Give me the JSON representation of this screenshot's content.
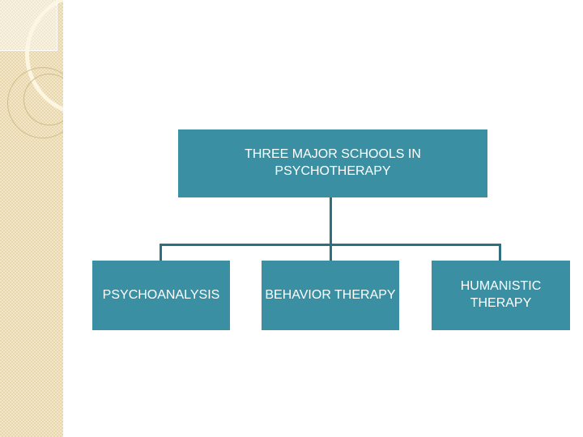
{
  "slide": {
    "kind": "presentation-slide",
    "diagram": {
      "root": {
        "label": "THREE MAJOR SCHOOLS IN PSYCHOTHERAPY"
      },
      "children": [
        {
          "label": "PSYCHOANALYSIS"
        },
        {
          "label": "BEHAVIOR THERAPY"
        },
        {
          "label": "HUMANISTIC THERAPY"
        }
      ]
    }
  },
  "colors": {
    "node_fill": "#3A90A2",
    "node_text": "#FFFFFF",
    "connector": "#2F7080",
    "sidebar_base": "#E8D6AC",
    "sidebar_light": "#F2E7C9",
    "sidebar_ring_line": "#D2BC8A",
    "background": "#FFFFFF"
  }
}
